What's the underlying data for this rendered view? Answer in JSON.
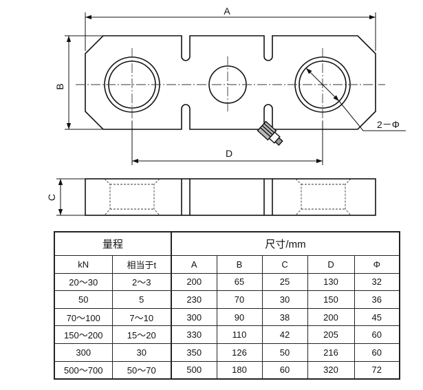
{
  "drawing": {
    "dimensions": {
      "a": "A",
      "b": "B",
      "c": "C",
      "d": "D",
      "phi": "2－Φ"
    }
  },
  "table": {
    "groups": {
      "range": "量程",
      "size": "尺寸/mm"
    },
    "columns": [
      "kN",
      "相当于t",
      "A",
      "B",
      "C",
      "D",
      "Φ"
    ],
    "rows": [
      [
        "20～30",
        "2～3",
        "200",
        "65",
        "25",
        "130",
        "32"
      ],
      [
        "50",
        "5",
        "230",
        "70",
        "30",
        "150",
        "36"
      ],
      [
        "70～100",
        "7～10",
        "300",
        "90",
        "38",
        "200",
        "45"
      ],
      [
        "150～200",
        "15～20",
        "330",
        "110",
        "42",
        "205",
        "60"
      ],
      [
        "300",
        "30",
        "350",
        "126",
        "50",
        "216",
        "60"
      ],
      [
        "500～700",
        "50～70",
        "500",
        "180",
        "60",
        "320",
        "72"
      ]
    ]
  }
}
